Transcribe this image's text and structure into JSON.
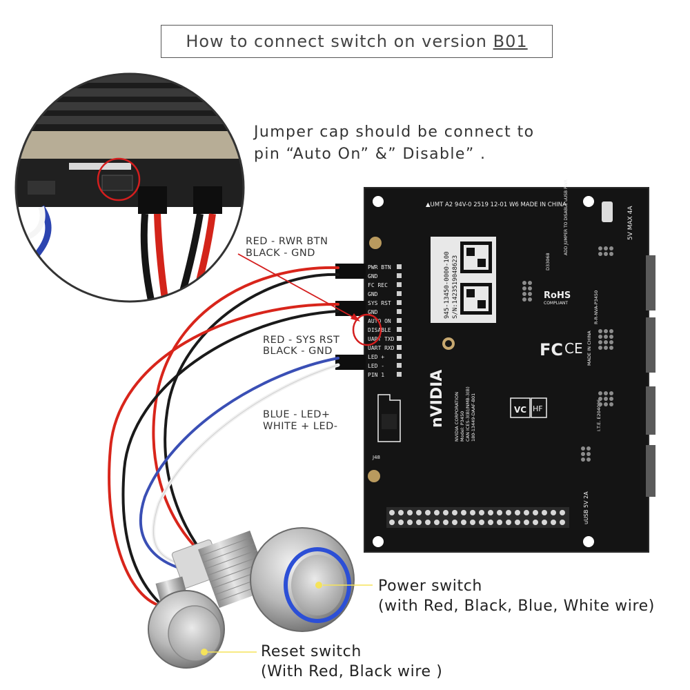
{
  "title": {
    "prefix": "How to connect switch on version ",
    "version": "B01"
  },
  "jumper_note": {
    "line1": "Jumper cap should be connect to",
    "line2": "pin “Auto On” &” Disable” ."
  },
  "wire_labels": {
    "pwr_red": "RED - RWR BTN",
    "pwr_black": "BLACK - GND",
    "rst_red": "RED - SYS RST",
    "rst_black": "BLACK - GND",
    "led_blue": "BLUE - LED+",
    "led_white": "WHITE + LED-"
  },
  "header_pins": [
    "PWR BTN",
    "GND",
    "FC REC",
    "GND",
    "SYS RST",
    "GND",
    "AUTO ON",
    "DISABLE",
    "UART TXD",
    "UART RXD",
    "LED +",
    "LED -",
    "PIN 1"
  ],
  "board": {
    "top_text": "▲UMT  A2 94V-0 2519  12-01 W6  MADE IN CHINA",
    "serial1": "945-13450-0000-100",
    "serial2": "S/N:1423519048623",
    "brand": "nVIDIA",
    "corp": "NVIDIA CORPORATION",
    "model": "Model: P3450",
    "can": "CAN ICES-3(B)/NMB-3(B)",
    "p_number": "180-13449-DAAF-B01",
    "rohs": "RoHS",
    "rohs_sub": "COMPLIANT",
    "fc": "FC",
    "ce": "CE",
    "hf": "HF",
    "made": "MADE IN CHINA",
    "r_code": "R-R-NVA-P3450",
    "power": "5V MAX 4A",
    "usb": "uUSB 5V 2A",
    "jumper_text": "ADD JUMPER TO DISABLE uUSB PWR",
    "ite": "I.T.E. E204096",
    "id_code": "D33068",
    "j_label": "J48"
  },
  "callouts": {
    "power_switch_line1": "Power switch",
    "power_switch_line2": "(with Red, Black, Blue, White wire)",
    "reset_switch_line1": "Reset switch",
    "reset_switch_line2": "(With Red, Black wire )"
  },
  "colors": {
    "board": "#141414",
    "wire_red": "#d8251b",
    "wire_black": "#1a1a1a",
    "wire_blue": "#3a4fb5",
    "wire_white": "#f4f4f4",
    "highlight": "#d41e1e",
    "led_ring": "#2c4fd6"
  }
}
